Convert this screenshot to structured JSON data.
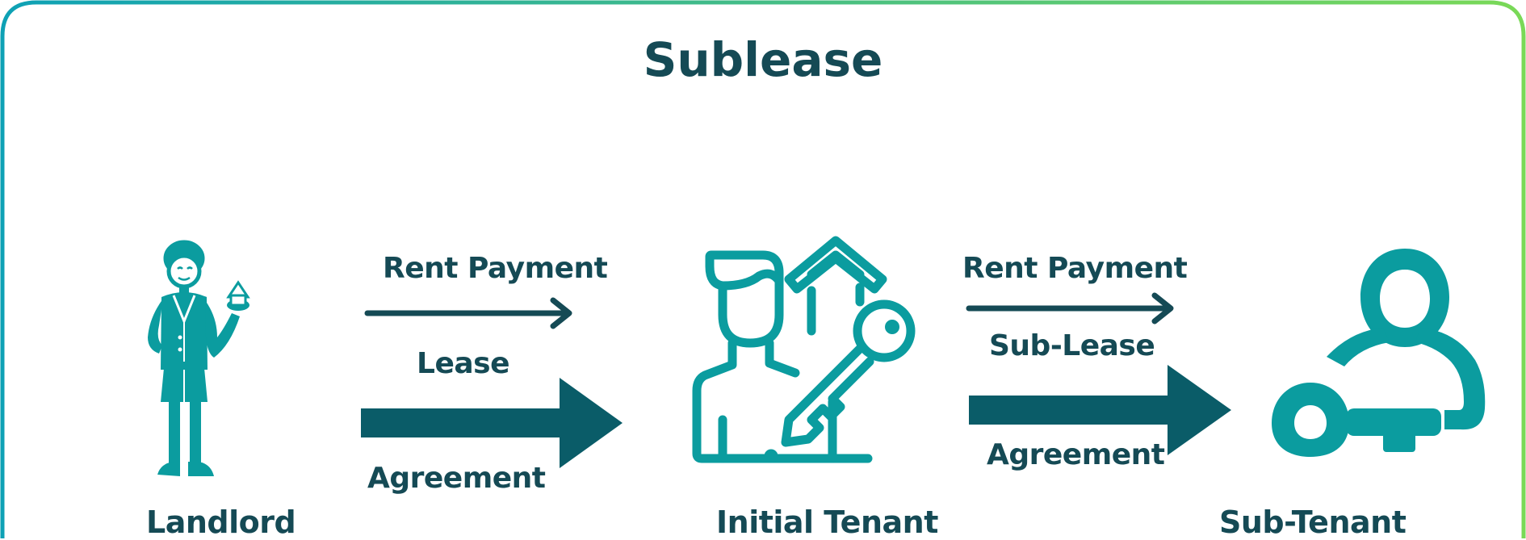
{
  "diagram": {
    "title": "Sublease",
    "parties": {
      "landlord": "Landlord",
      "initial_tenant": "Initial Tenant",
      "sub_tenant": "Sub-Tenant"
    },
    "flow_left": {
      "top_label": "Rent Payment",
      "middle_label": "Lease",
      "bottom_label": "Agreement"
    },
    "flow_right": {
      "top_label": "Rent Payment",
      "middle_label": "Sub-Lease",
      "bottom_label": "Agreement"
    }
  },
  "colors": {
    "teal": "#0b9c9f",
    "dark_teal": "#0a5c68",
    "text": "#154a55",
    "border_start": "#0ea1b5",
    "border_end": "#7ad957"
  },
  "icons": [
    "landlord-figure-icon",
    "tenant-key-house-icon",
    "user-key-icon"
  ]
}
